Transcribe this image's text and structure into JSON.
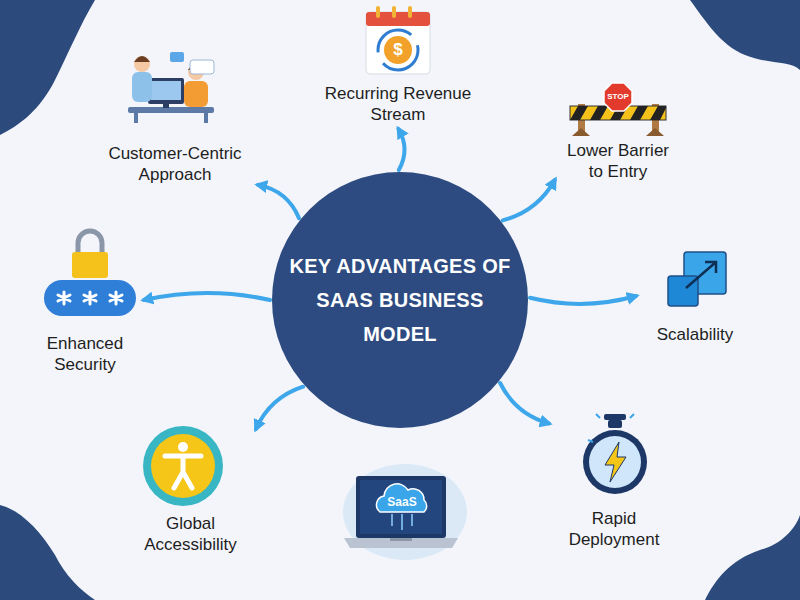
{
  "diagram": {
    "nodes": [
      {
        "text": [
          "KEY ADVANTAGES OF SAAS BUSINESS MODEL"
        ]
      },
      {
        "text": [
          "Recurring Revenue Stream"
        ]
      },
      {
        "text": [
          "Customer-Centric Approach"
        ]
      },
      {
        "text": [
          "Lower Barrier to Entry"
        ]
      },
      {
        "text": [
          "Enhanced Security"
        ]
      },
      {
        "text": [
          "Scalability"
        ]
      },
      {
        "text": [
          "Global Accessibility"
        ]
      },
      {
        "text": [
          "Rapid Deployment"
        ]
      }
    ],
    "edges": [
      {
        "from": 0,
        "to": 1,
        "arrow": "to"
      },
      {
        "from": 0,
        "to": 2,
        "arrow": "to"
      },
      {
        "from": 0,
        "to": 3,
        "arrow": "to"
      },
      {
        "from": 0,
        "to": 4,
        "arrow": "to"
      },
      {
        "from": 0,
        "to": 5,
        "arrow": "to"
      },
      {
        "from": 0,
        "to": 6,
        "arrow": "to"
      },
      {
        "from": 0,
        "to": 7,
        "arrow": "to"
      }
    ],
    "labels": [
      "$",
      "STOP",
      "SaaS"
    ]
  }
}
